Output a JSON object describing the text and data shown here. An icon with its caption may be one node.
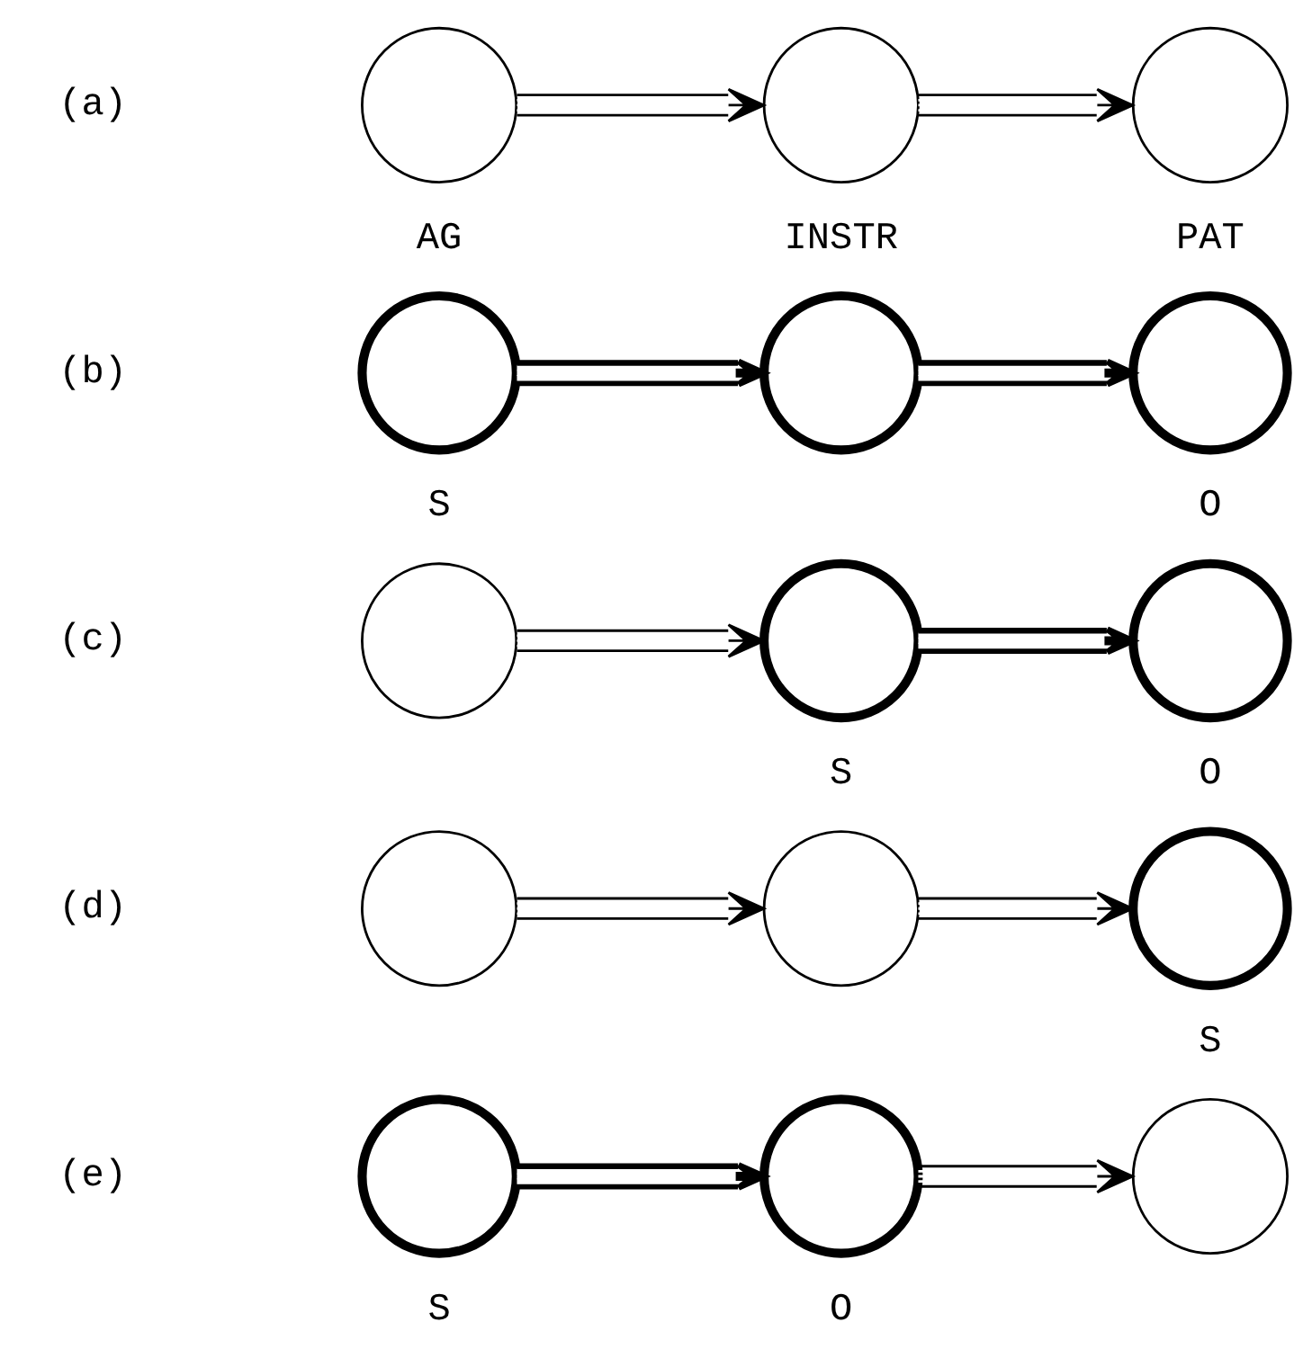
{
  "diagram": {
    "nodes": [
      {
        "text": [],
        "shape": "circle",
        "beside": [
          "AG"
        ]
      },
      {
        "text": [],
        "shape": "circle",
        "beside": [
          "INSTR"
        ]
      },
      {
        "text": [],
        "shape": "circle",
        "beside": [
          "PAT"
        ]
      },
      {
        "text": [],
        "shape": "circle",
        "beside": [
          "S"
        ]
      },
      {
        "text": [],
        "shape": "circle"
      },
      {
        "text": [],
        "shape": "circle",
        "beside": [
          "O"
        ]
      },
      {
        "text": [],
        "shape": "circle"
      },
      {
        "text": [],
        "shape": "circle",
        "beside": [
          "S"
        ]
      },
      {
        "text": [],
        "shape": "circle",
        "beside": [
          "O"
        ]
      },
      {
        "text": [],
        "shape": "circle"
      },
      {
        "text": [],
        "shape": "circle"
      },
      {
        "text": [],
        "shape": "circle",
        "beside": [
          "S"
        ]
      },
      {
        "text": [],
        "shape": "circle",
        "beside": [
          "S"
        ]
      },
      {
        "text": [],
        "shape": "circle",
        "beside": [
          "O"
        ]
      },
      {
        "text": [],
        "shape": "circle"
      }
    ],
    "edges": [
      {
        "from": 0,
        "to": 1,
        "arrow": "to"
      },
      {
        "from": 1,
        "to": 2,
        "arrow": "to"
      },
      {
        "from": 3,
        "to": 4,
        "arrow": "to",
        "style": "thick"
      },
      {
        "from": 4,
        "to": 5,
        "arrow": "to",
        "style": "thick"
      },
      {
        "from": 6,
        "to": 7,
        "arrow": "to"
      },
      {
        "from": 7,
        "to": 8,
        "arrow": "to",
        "style": "thick"
      },
      {
        "from": 9,
        "to": 10,
        "arrow": "to"
      },
      {
        "from": 10,
        "to": 11,
        "arrow": "to"
      },
      {
        "from": 12,
        "to": 13,
        "arrow": "to",
        "style": "thick"
      },
      {
        "from": 13,
        "to": 14,
        "arrow": "to"
      }
    ],
    "labels": [
      "(a)",
      "(b)",
      "(c)",
      "(d)",
      "(e)"
    ]
  }
}
